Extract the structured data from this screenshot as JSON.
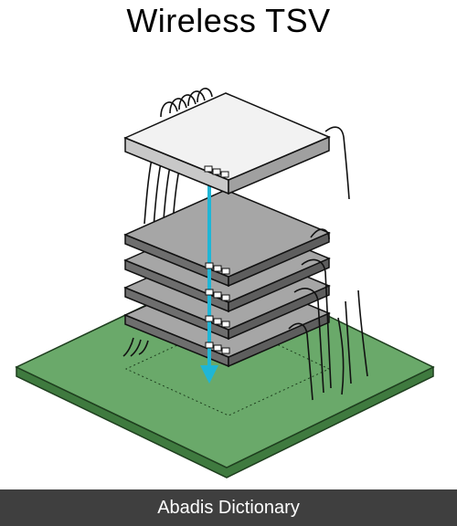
{
  "title": "Wireless TSV",
  "footer": {
    "text": "Abadis Dictionary"
  },
  "colors": {
    "board": "#6aa96a",
    "board_edge": "#2f5f2f",
    "die_top": "#f2f2f2",
    "die_side": "#9a9a9a",
    "stack_top": "#a6a6a6",
    "stack_side": "#6e6e6e",
    "signal_arrow": "#1fb6d6",
    "wire": "#111111",
    "footer_bg": "#3f3f3f"
  },
  "icons": {
    "signal": "double-headed-arrow",
    "bond_wires": "curved-lines"
  }
}
